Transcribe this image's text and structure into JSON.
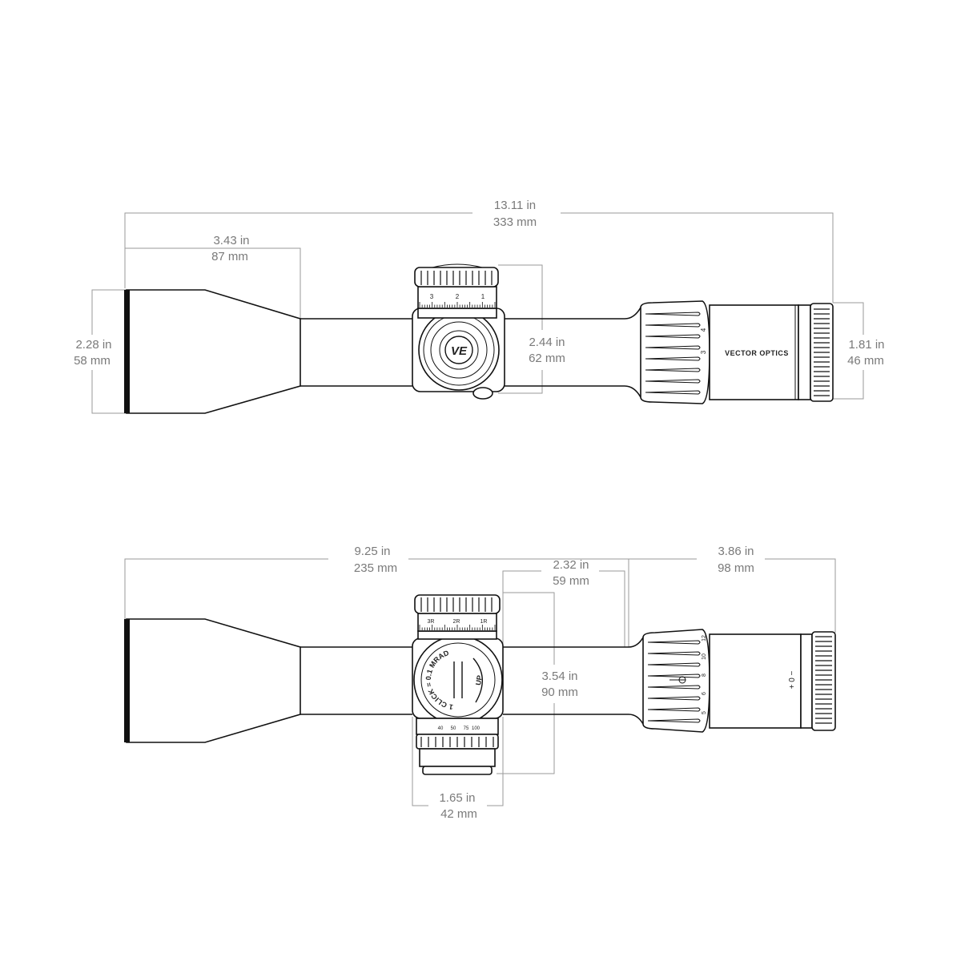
{
  "top_view": {
    "overall_length": {
      "in": "13.11 in",
      "mm": "333 mm"
    },
    "objective_bell_length": {
      "in": "3.43 in",
      "mm": "87 mm"
    },
    "objective_diameter": {
      "in": "2.28 in",
      "mm": "58 mm"
    },
    "turret_height": {
      "in": "2.44 in",
      "mm": "62 mm"
    },
    "eyepiece_diameter": {
      "in": "1.81 in",
      "mm": "46 mm"
    },
    "brand": "VECTOR OPTICS",
    "elevation_scale": [
      "3",
      "2",
      "1"
    ],
    "magnification_marks": [
      "4",
      "3"
    ]
  },
  "side_view": {
    "front_to_turret": {
      "in": "9.25 in",
      "mm": "235 mm"
    },
    "turret_to_ring": {
      "in": "2.32 in",
      "mm": "59 mm"
    },
    "eyepiece_length": {
      "in": "3.86 in",
      "mm": "98 mm"
    },
    "turret_span": {
      "in": "3.54 in",
      "mm": "90 mm"
    },
    "saddle_width": {
      "in": "1.65 in",
      "mm": "42  mm"
    },
    "dial_click": "1 CLICK = 0.1 MRAD",
    "dial_up": "UP",
    "windage_scale": [
      "3R",
      "2R",
      "1R"
    ],
    "parallax_marks": [
      "40",
      "50",
      "75",
      "100"
    ],
    "power_marks": [
      "12",
      "10",
      "8",
      "6",
      "5"
    ],
    "eye_marks": "+ 0 −"
  }
}
